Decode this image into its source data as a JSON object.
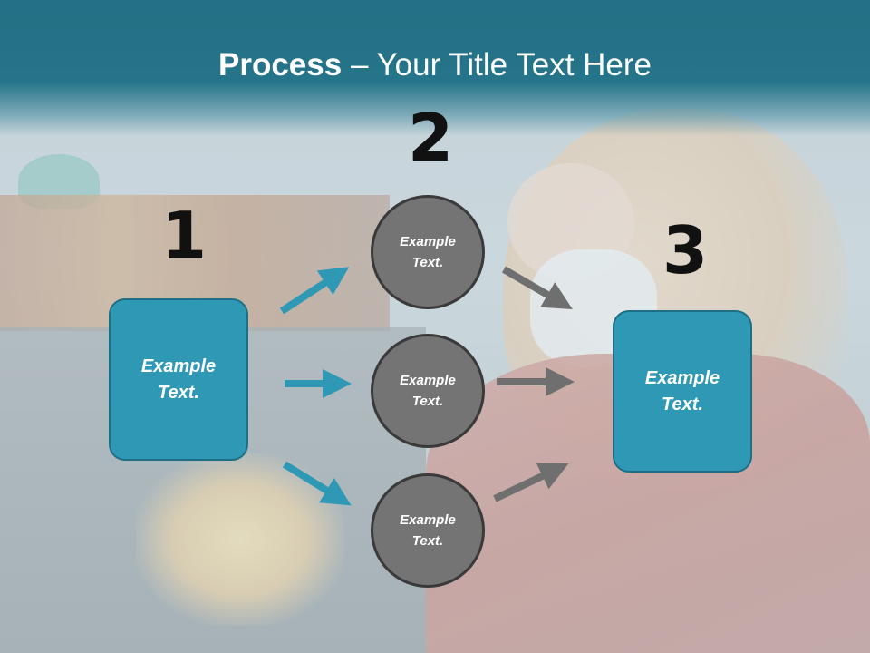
{
  "title": {
    "bold": "Process",
    "separator": " – ",
    "rest": "Your Title Text Here"
  },
  "steps": {
    "one": "1",
    "two": "2",
    "three": "3"
  },
  "left_box": {
    "line1": "Example",
    "line2": "Text."
  },
  "right_box": {
    "line1": "Example",
    "line2": "Text."
  },
  "circles": [
    {
      "line1": "Example",
      "line2": "Text."
    },
    {
      "line1": "Example",
      "line2": "Text."
    },
    {
      "line1": "Example",
      "line2": "Text."
    }
  ],
  "colors": {
    "header": "#247085",
    "box_fill": "#2f99b5",
    "circle_fill": "#747474",
    "arrow_blue": "#2f99b5",
    "arrow_gray": "#6f6f6f"
  }
}
